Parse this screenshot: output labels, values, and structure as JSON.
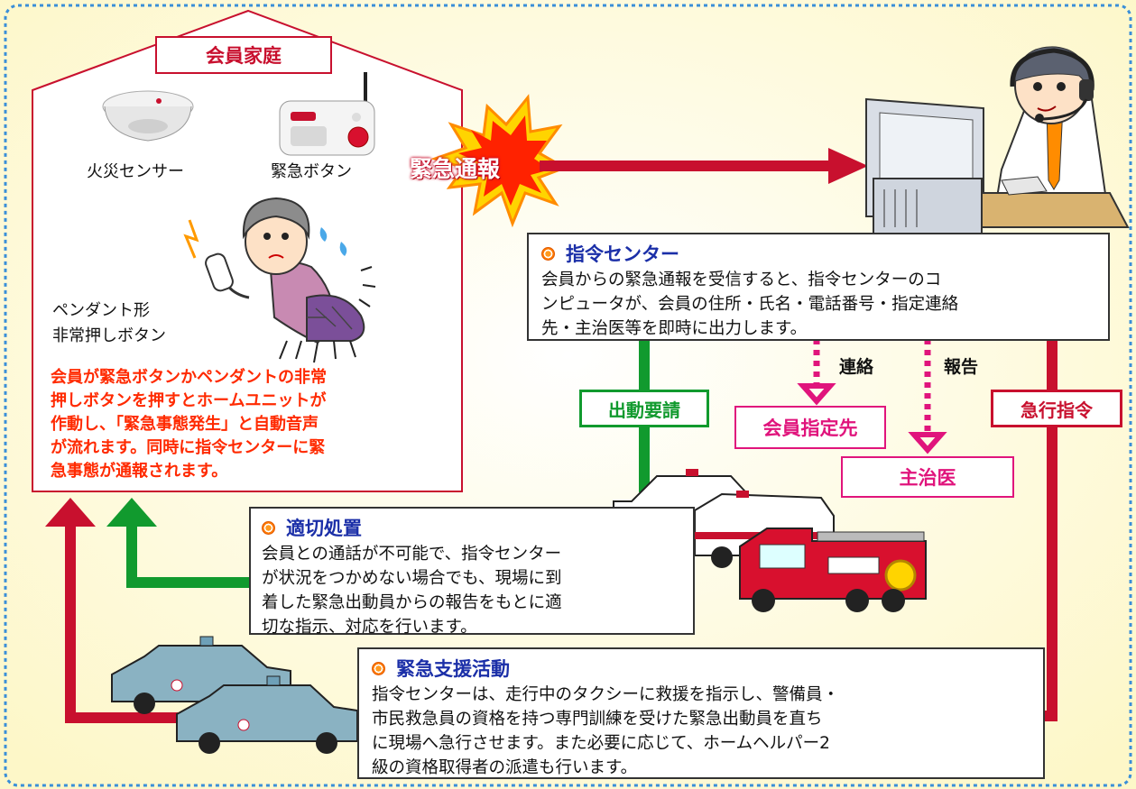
{
  "member_home": {
    "title": "会員家庭",
    "fire_sensor_label": "火災センサー",
    "emergency_button_label": "緊急ボタン",
    "pendant_label_line1": "ペンダント形",
    "pendant_label_line2": "非常押しボタン",
    "description": "会員が緊急ボタンかペンダントの非常\n押しボタンを押すとホームユニットが\n作動し、「緊急事態発生」と自動音声\nが流れます。同時に指令センターに緊\n急事態が通報されます。"
  },
  "emergency_call_label": "緊急通報",
  "command_center": {
    "title": "指令センター",
    "body": "会員からの緊急通報を受信すると、指令センターのコ\nンピュータが、会員の住所・氏名・電話番号・指定連絡\n先・主治医等を即時に出力します。"
  },
  "contact_label": "連絡",
  "report_label": "報告",
  "member_contact_label": "会員指定先",
  "doctor_label": "主治医",
  "dispatch_request_label": "出動要請",
  "rush_order_label": "急行指令",
  "proper_action": {
    "title": "適切処置",
    "body": "会員との通話が不可能で、指令センター\nが状況をつかめない場合でも、現場に到\n着した緊急出動員からの報告をもとに適\n切な指示、対応を行います。"
  },
  "emergency_support": {
    "title": "緊急支援活動",
    "body": "指令センターは、走行中のタクシーに救援を指示し、警備員・\n市民救急員の資格を持つ専門訓練を受けた緊急出動員を直ち\nに現場へ急行させます。また必要に応じて、ホームヘルパー2\n級の資格取得者の派遣も行います。"
  },
  "colors": {
    "red": "#c8102e",
    "green": "#119a2e",
    "magenta": "#e0147c",
    "blue_title": "#1b2fa8",
    "background": "#fffde6",
    "orange_text": "#ff2a00"
  }
}
